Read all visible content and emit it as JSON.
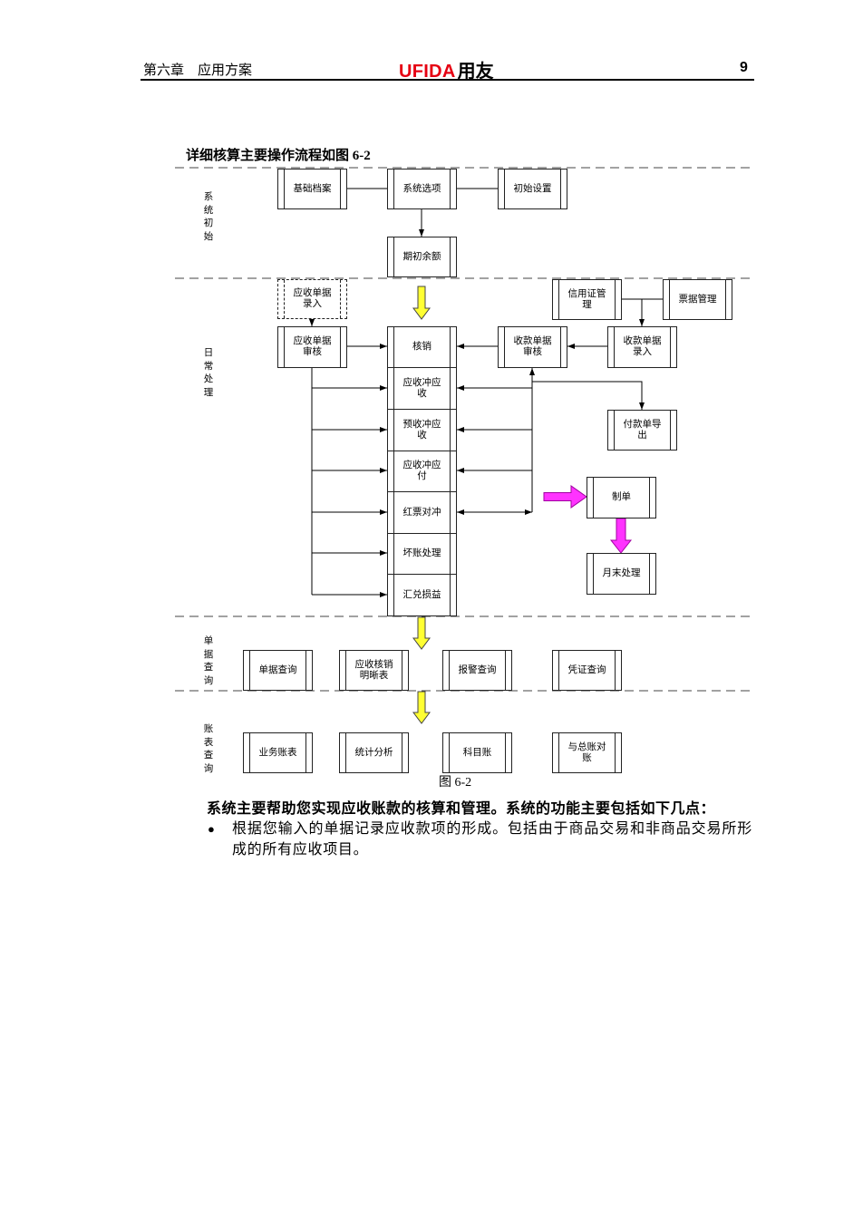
{
  "header": {
    "chapter": "第六章　应用方案",
    "logo_latin": "UFIDA",
    "logo_cn": "用友",
    "page_number": "9"
  },
  "intro": "详细核算主要操作流程如图 6-2",
  "flowchart": {
    "sections": {
      "initialization": "系统初始",
      "daily_processing": "日常处理",
      "document_query": "单据查询",
      "report_query": "账表查询"
    },
    "nodes": {
      "basic_archives": "基础档案",
      "system_options": "系统选项",
      "initial_settings": "初始设置",
      "opening_balance": "期初余额",
      "receivable_entry": "应收单据录入",
      "letter_of_credit": "信用证管理",
      "notes_management": "票据管理",
      "receivable_audit": "应收单据审核",
      "write_off": "核销",
      "receipt_audit": "收款单据审核",
      "receipt_entry": "收款单据录入",
      "ar_offset_ar": "应收冲应收",
      "prepay_offset_ar": "预收冲应收",
      "ar_offset_ap": "应收冲应付",
      "red_invoice_offset": "红票对冲",
      "bad_debt": "坏账处理",
      "exchange_gain_loss": "汇兑损益",
      "payment_export": "付款单导出",
      "make_voucher": "制单",
      "month_end": "月末处理",
      "doc_query": "单据查询",
      "writeoff_detail": "应收核销明晰表",
      "alert_query": "报警查询",
      "voucher_query": "凭证查询",
      "business_reports": "业务账表",
      "statistical_analysis": "统计分析",
      "subject_ledger": "科目账",
      "reconcile_gl": "与总账对账"
    },
    "caption": "图 6-2"
  },
  "summary": "系统主要帮助您实现应收账款的核算和管理。系统的功能主要包括如下几点：",
  "bullets": [
    {
      "marker": "●",
      "text": "根据您输入的单据记录应收款项的形成。包括由于商品交易和非商品交易所形成的所有应收项目。"
    }
  ],
  "colors": {
    "logo_red": "#e60012",
    "highlight_yellow": "#ffff33",
    "highlight_magenta": "#ff33ff"
  }
}
